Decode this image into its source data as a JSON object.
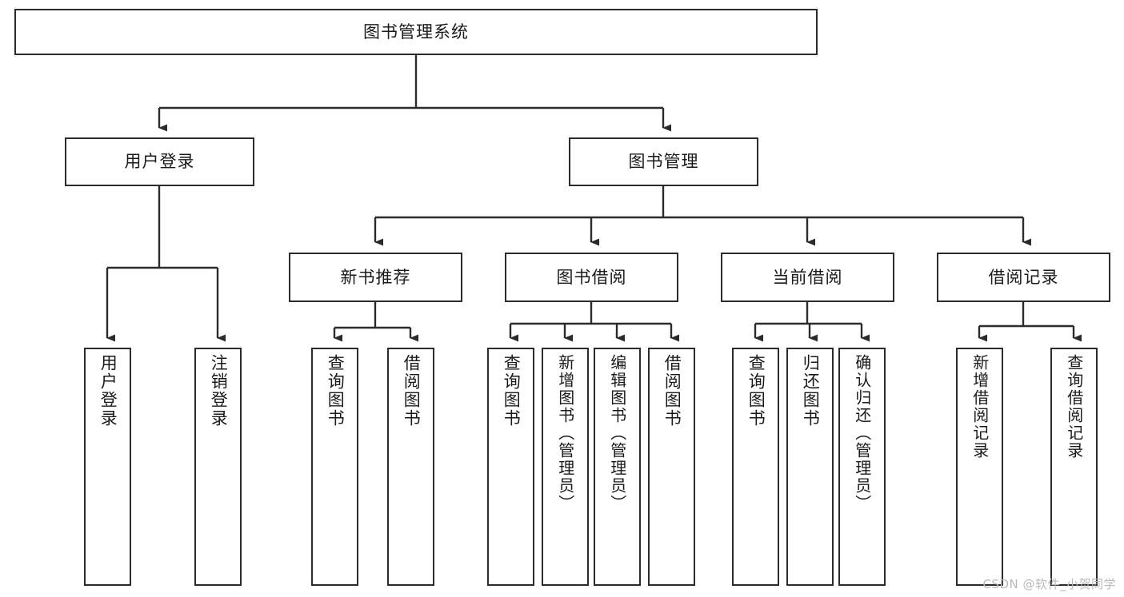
{
  "diagram": {
    "type": "tree",
    "title": "图书管理系统",
    "watermark": "CSDN @软件_小贺同学",
    "colors": {
      "background": "#ffffff",
      "stroke": "#2b2b2b",
      "text": "#1a1a1a",
      "watermark": "#b9b9b9"
    },
    "nodes": {
      "root": {
        "label": "图书管理系统"
      },
      "level1": [
        {
          "id": "user_login",
          "label": "用户登录"
        },
        {
          "id": "book_manage",
          "label": "图书管理"
        }
      ],
      "level2": [
        {
          "id": "new_book_rec",
          "label": "新书推荐",
          "parent": "book_manage"
        },
        {
          "id": "book_borrow",
          "label": "图书借阅",
          "parent": "book_manage"
        },
        {
          "id": "current_borrow",
          "label": "当前借阅",
          "parent": "book_manage"
        },
        {
          "id": "borrow_record",
          "label": "借阅记录",
          "parent": "book_manage"
        }
      ],
      "leaves": [
        {
          "id": "leaf_user_login",
          "label": "用户登录",
          "parent": "user_login"
        },
        {
          "id": "leaf_user_logout",
          "label": "注销登录",
          "parent": "user_login"
        },
        {
          "id": "leaf_query_book_1",
          "label": "查询图书",
          "parent": "new_book_rec"
        },
        {
          "id": "leaf_borrow_book_1",
          "label": "借阅图书",
          "parent": "new_book_rec"
        },
        {
          "id": "leaf_query_book_2",
          "label": "查询图书",
          "parent": "book_borrow"
        },
        {
          "id": "leaf_add_book",
          "label": "新增图书（管理员）",
          "parent": "book_borrow"
        },
        {
          "id": "leaf_edit_book",
          "label": "编辑图书（管理员）",
          "parent": "book_borrow"
        },
        {
          "id": "leaf_borrow_book_2",
          "label": "借阅图书",
          "parent": "book_borrow"
        },
        {
          "id": "leaf_query_book_3",
          "label": "查询图书",
          "parent": "current_borrow"
        },
        {
          "id": "leaf_return_book",
          "label": "归还图书",
          "parent": "current_borrow"
        },
        {
          "id": "leaf_confirm_return",
          "label": "确认归还（管理员）",
          "parent": "current_borrow"
        },
        {
          "id": "leaf_add_record",
          "label": "新增借阅记录",
          "parent": "borrow_record"
        },
        {
          "id": "leaf_query_record",
          "label": "查询借阅记录",
          "parent": "borrow_record"
        }
      ]
    }
  }
}
